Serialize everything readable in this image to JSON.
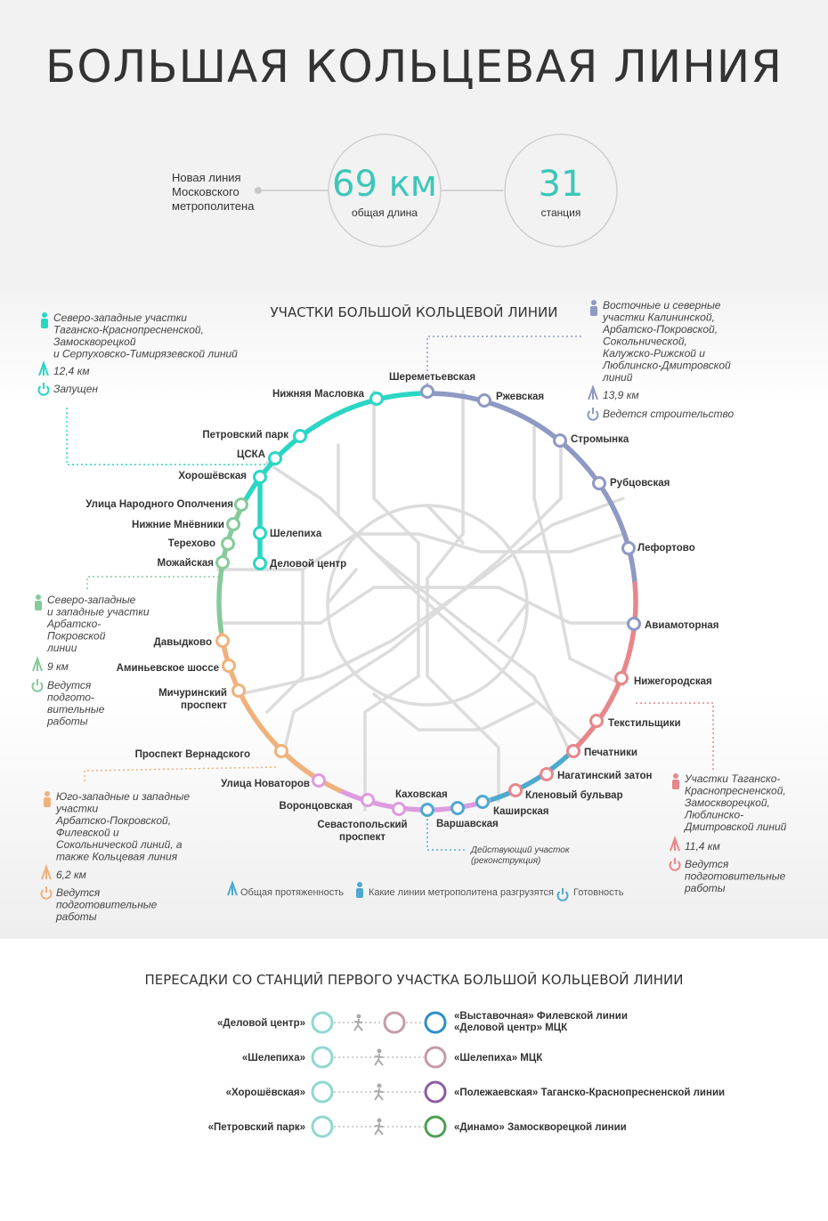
{
  "header": {
    "title": "БОЛЬШАЯ КОЛЬЦЕВАЯ ЛИНИЯ",
    "intro_lines": [
      "Новая линия",
      "Московского",
      "метрополитена"
    ],
    "stats": [
      {
        "value": "69 км",
        "label": "общая длина"
      },
      {
        "value": "31",
        "label": "станция"
      }
    ]
  },
  "map": {
    "title": "УЧАСТКИ БОЛЬШОЙ КОЛЬЦЕВОЙ ЛИНИИ",
    "colors": {
      "teal": "#2ad6c4",
      "blue": "#8e99c4",
      "red": "#e8878b",
      "pink": "#dd9be0",
      "orange": "#efb27c",
      "green": "#86ca9b",
      "light_blue": "#4ea9cf",
      "gray": "#dcdcdc"
    },
    "stations": [
      {
        "name": "Шереметьевская"
      },
      {
        "name": "Ржевская"
      },
      {
        "name": "Стромынка"
      },
      {
        "name": "Рубцовская"
      },
      {
        "name": "Лефортово"
      },
      {
        "name": "Авиамоторная"
      },
      {
        "name": "Нижегородская"
      },
      {
        "name": "Текстильщики"
      },
      {
        "name": "Печатники"
      },
      {
        "name": "Нагатинский затон"
      },
      {
        "name": "Кленовый бульвар"
      },
      {
        "name": "Каширская"
      },
      {
        "name": "Варшавская"
      },
      {
        "name": "Каховская"
      },
      {
        "name": "Севастопольский проспект"
      },
      {
        "name": "Воронцовская"
      },
      {
        "name": "Улица Новаторов"
      },
      {
        "name": "Проспект Вернадского"
      },
      {
        "name": "Мичуринский проспект"
      },
      {
        "name": "Аминьевское шоссе"
      },
      {
        "name": "Давыдково"
      },
      {
        "name": "Можайская"
      },
      {
        "name": "Терехово"
      },
      {
        "name": "Нижние Мнёвники"
      },
      {
        "name": "Улица Народного Ополчения"
      },
      {
        "name": "Хорошёвская"
      },
      {
        "name": "ЦСКА"
      },
      {
        "name": "Петровский парк"
      },
      {
        "name": "Нижняя Масловка"
      },
      {
        "name": "Шелепиха"
      },
      {
        "name": "Деловой центр"
      }
    ],
    "sections": [
      {
        "title": "Северо-западные участки Таганско-Краснопресненской, Замоскворецкой и Серпуховско-Тимирязевской линий",
        "length": "12,4 км",
        "status": "Запущен"
      },
      {
        "title": "Восточные и северные участки Калининской, Арбатско-Покровской, Сокольнической, Калужско-Рижской и Люблинско-Дмитровской линий",
        "length": "13,9 км",
        "status": "Ведется строительство"
      },
      {
        "title": "Северо-западные и западные участки Арбатско-Покровской линии",
        "length": "9 км",
        "status": "Ведутся подготовительные работы"
      },
      {
        "title": "Юго-западные и западные участки Арбатско-Покровской, Филевской и Сокольнической линий, а также Кольцевая линия",
        "length": "6,2 км",
        "status": "Ведутся подготовительные работы"
      },
      {
        "title": "Участки Таганско-Краснопресненской, Замоскворецкой, Люблинско-Дмитровской линий",
        "length": "11,4 км",
        "status": "Ведутся подготовительные работы"
      }
    ],
    "existing_note": "Действующий участок (реконструкция)",
    "legend": [
      "Общая протяженность",
      "Какие линии метрополитена разгрузятся",
      "Готовность"
    ]
  },
  "transfers": {
    "title": "ПЕРЕСАДКИ СО СТАНЦИЙ ПЕРВОГО УЧАСТКА БОЛЬШОЙ КОЛЬЦЕВОЙ ЛИНИИ",
    "rows": [
      {
        "from": "«Деловой центр»",
        "to": [
          "«Выставочная» Филевской линии",
          "«Деловой центр» МЦК"
        ],
        "colors": [
          "#c79aa6",
          "#2b8fc7"
        ]
      },
      {
        "from": "«Шелепиха»",
        "to": [
          "«Шелепиха» МЦК"
        ],
        "colors": [
          "#c79aa6"
        ]
      },
      {
        "from": "«Хорошёвская»",
        "to": [
          "«Полежаевская» Таганско-Краснопресненской линии"
        ],
        "colors": [
          "#8a5fa0"
        ]
      },
      {
        "from": "«Петровский парк»",
        "to": [
          "«Динамо» Замоскворецкой линии"
        ],
        "colors": [
          "#4f9e52"
        ]
      }
    ]
  }
}
